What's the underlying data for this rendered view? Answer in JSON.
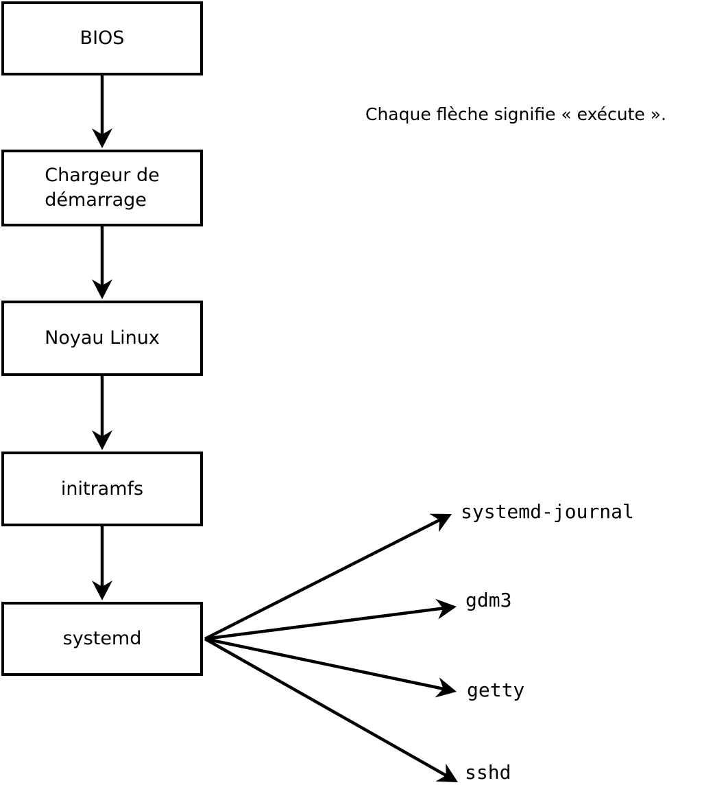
{
  "diagram": {
    "title_hint": "Linux boot sequence (sequence de demarrage)",
    "annotation": "Chaque flèche signifie « exécute ».",
    "nodes": [
      {
        "id": "bios",
        "label": "BIOS"
      },
      {
        "id": "bootloader",
        "label": "Chargeur de\ndémarrage"
      },
      {
        "id": "kernel",
        "label": "Noyau Linux"
      },
      {
        "id": "initramfs",
        "label": "initramfs"
      },
      {
        "id": "systemd",
        "label": "systemd"
      }
    ],
    "leaves": [
      {
        "id": "systemd-journal",
        "label": "systemd-journal"
      },
      {
        "id": "gdm3",
        "label": "gdm3"
      },
      {
        "id": "getty",
        "label": "getty"
      },
      {
        "id": "sshd",
        "label": "sshd"
      }
    ],
    "edges": [
      "BIOS → Chargeur de démarrage",
      "Chargeur de démarrage → Noyau Linux",
      "Noyau Linux → initramfs",
      "initramfs → systemd",
      "systemd → systemd-journal",
      "systemd → gdm3",
      "systemd → getty",
      "systemd → sshd"
    ],
    "colors": {
      "stroke": "#000000",
      "background": "#ffffff",
      "text": "#000000"
    }
  }
}
